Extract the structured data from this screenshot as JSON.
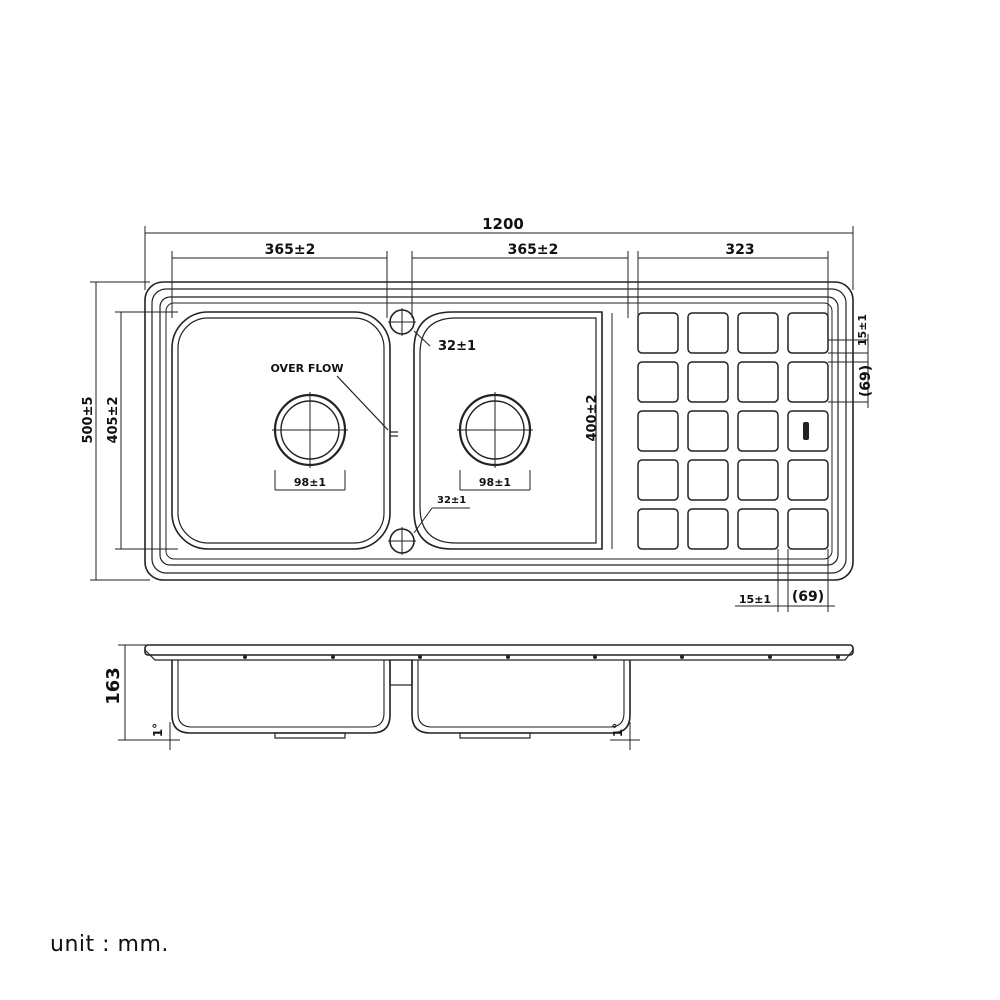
{
  "colors": {
    "line": "#222222",
    "text": "#111111",
    "background": "#ffffff"
  },
  "top_view": {
    "overall_width": "1200",
    "bowl_left_width": "365±2",
    "bowl_right_width": "365±2",
    "drainboard_width": "323",
    "overall_depth": "500±5",
    "bowl_depth": "405±2",
    "drainboard_depth": "400±2",
    "overflow_label": "OVER FLOW",
    "hole_upper": "32±1",
    "hole_lower": "32±1",
    "drain_left": "98±1",
    "drain_right": "98±1",
    "grid_gap_right": "15±1",
    "grid_pitch_right": "(69)",
    "grid_gap_bottom": "15±1",
    "grid_pitch_bottom": "(69)",
    "logo_icon": "brand-logo-icon"
  },
  "side_view": {
    "height": "163",
    "slope_left": "1°",
    "slope_right": "1°"
  },
  "unit_label": "unit : mm."
}
